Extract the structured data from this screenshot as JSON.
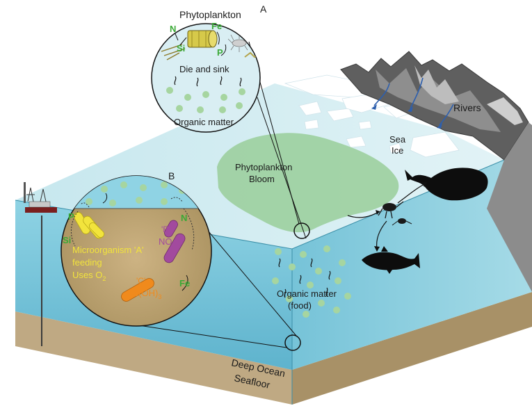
{
  "labels": {
    "callout_a": "A",
    "callout_b": "B",
    "phytoplankton": "Phytoplankton",
    "n": "N",
    "fe": "Fe",
    "si": "Si",
    "p": "P",
    "die_and_sink": "Die and sink",
    "organic_matter": "Organic matter",
    "rivers": "Rivers",
    "sea": "Sea",
    "ice": "Ice",
    "phytoplankton_bloom_1": "Phytoplankton",
    "phytoplankton_bloom_2": "Bloom",
    "b_p": "P",
    "b_si": "Si",
    "b_n": "N",
    "b_marker_b": "'B'",
    "b_no3_main": "NO",
    "b_no3_sub": "3",
    "b_micro_1": "Microorganism 'A'",
    "b_micro_2": "feeding",
    "b_micro_3_main": "Uses O",
    "b_micro_3_sub": "2",
    "b_marker_c": "'C'",
    "b_feoh_main": "Fe(OH)",
    "b_feoh_sub": "3",
    "b_fe": "Fe",
    "organic_food_1": "Organic matter",
    "organic_food_2": "(food)",
    "deep_ocean": "Deep Ocean",
    "seafloor": "Seafloor"
  },
  "colors": {
    "ocean_top": "#cfe9ef",
    "ocean_front": "#7cc8dc",
    "ocean_side": "#5fb6cf",
    "bloom": "#9ccf9e",
    "particle": "#a6d5a0",
    "seafloor": "#c8b48c",
    "bubble_b_sediment": "#c2a776",
    "nutrient_green": "#3aa936",
    "nutrient_orange": "#f08a1c",
    "microbe_yellow": "#f2e43c",
    "microbe_purple": "#a24a9e",
    "mountain": "#6e6e6e",
    "river": "#2d5fae"
  }
}
